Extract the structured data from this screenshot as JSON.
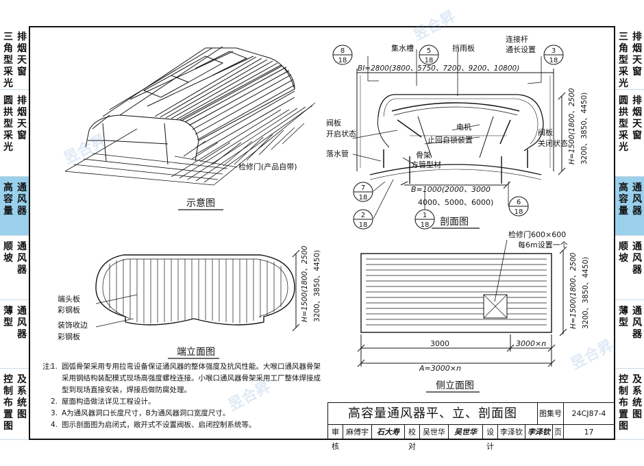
{
  "side_tabs": [
    {
      "col1": "排烟天窗",
      "col2": "三角型采光",
      "active": false
    },
    {
      "col1": "排烟天窗",
      "col2": "圆拱型采光",
      "active": false
    },
    {
      "col1": "通风器",
      "col2": "高容量",
      "active": true
    },
    {
      "col1": "通风器",
      "col2": "顺坡",
      "active": false
    },
    {
      "col1": "通风器",
      "col2": "薄型",
      "active": false
    },
    {
      "col1": "及系统图",
      "col2": "控制布置图",
      "active": false
    }
  ],
  "watermark": "昱合昇",
  "schematic": {
    "caption": "示意图",
    "door_label": "检修门(产品自带)"
  },
  "section": {
    "caption": "剖面图",
    "bi_text": "BI=2800(3800、5750、7200、9200、10800)",
    "b_text_1": "B=1000(2000、3000",
    "b_text_2": "4000、5000、6000)",
    "gutter": "集水槽",
    "rain_plate": "挡雨板",
    "tie_rod_1": "连接杆",
    "tie_rod_2": "通长设置",
    "damper_open_1": "阀板",
    "damper_open_2": "开启状态",
    "motor": "电机",
    "check_lock": "止回自锁装置",
    "damper_closed_1": "阀板",
    "damper_closed_2": "关闭状态",
    "downpipe": "落水管",
    "frame_1": "骨架",
    "frame_2": "方管型材",
    "h_text_1": "H=1500(1800、2500",
    "h_text_2": "3200、3850、4450)",
    "refs": [
      {
        "top": "8",
        "bottom": "18"
      },
      {
        "top": "5",
        "bottom": "18"
      },
      {
        "top": "3",
        "bottom": "18"
      },
      {
        "top": "7",
        "bottom": "18"
      },
      {
        "top": "2",
        "bottom": "18"
      },
      {
        "top": "1",
        "bottom": "18"
      },
      {
        "top": "6",
        "bottom": "18"
      }
    ]
  },
  "end_elevation": {
    "caption": "端立面图",
    "end_plate_1": "端头板",
    "end_plate_2": "彩钢板",
    "trim_1": "装饰收边",
    "trim_2": "彩钢板",
    "h_text_1": "H=1500(1800、2500",
    "h_text_2": "3200、3850、4450)"
  },
  "side_elevation": {
    "caption": "侧立面图",
    "hatch_1": "检修门600×600",
    "hatch_2": "每6m设置一个",
    "dim_left": "3000",
    "dim_right": "3000×n",
    "dim_total": "A=3000×n",
    "h_text_1": "H=1500(1800、2500",
    "h_text_2": "3200、3850、4450)"
  },
  "notes": {
    "head": "注:",
    "items": [
      {
        "num": "1.",
        "text": "圆弧骨架采用专用拉弯设备保证通风器的整体强度及抗风性能。大喉口通风器骨架采用钢结构装配模式现场高强度螺栓连接。小喉口通风器骨架采用工厂整体焊接成型到现场直接安装，焊接后做防腐处理。"
      },
      {
        "num": "2.",
        "text": "屋面构造做法详见工程设计。"
      },
      {
        "num": "3.",
        "text": "A为通风器洞口长度尺寸，B为通风器洞口宽度尺寸。"
      },
      {
        "num": "4.",
        "text": "图示剖面图为启闭式，敞开式不设置阀板、启闭控制系统等。"
      }
    ]
  },
  "title_block": {
    "title": "高容量通风器平、立、剖面图",
    "atlas_label": "图集号",
    "atlas_no": "24CJ87-4",
    "review_label": "审核",
    "reviewer": "麻傅宇",
    "reviewer_sig": "石大寿",
    "check_label": "校对",
    "checker": "吴世华",
    "checker_sig": "吴世华",
    "design_label": "设计",
    "designer": "李泽钦",
    "designer_sig": "李泽钦",
    "page_label": "页",
    "page_no": "17"
  }
}
